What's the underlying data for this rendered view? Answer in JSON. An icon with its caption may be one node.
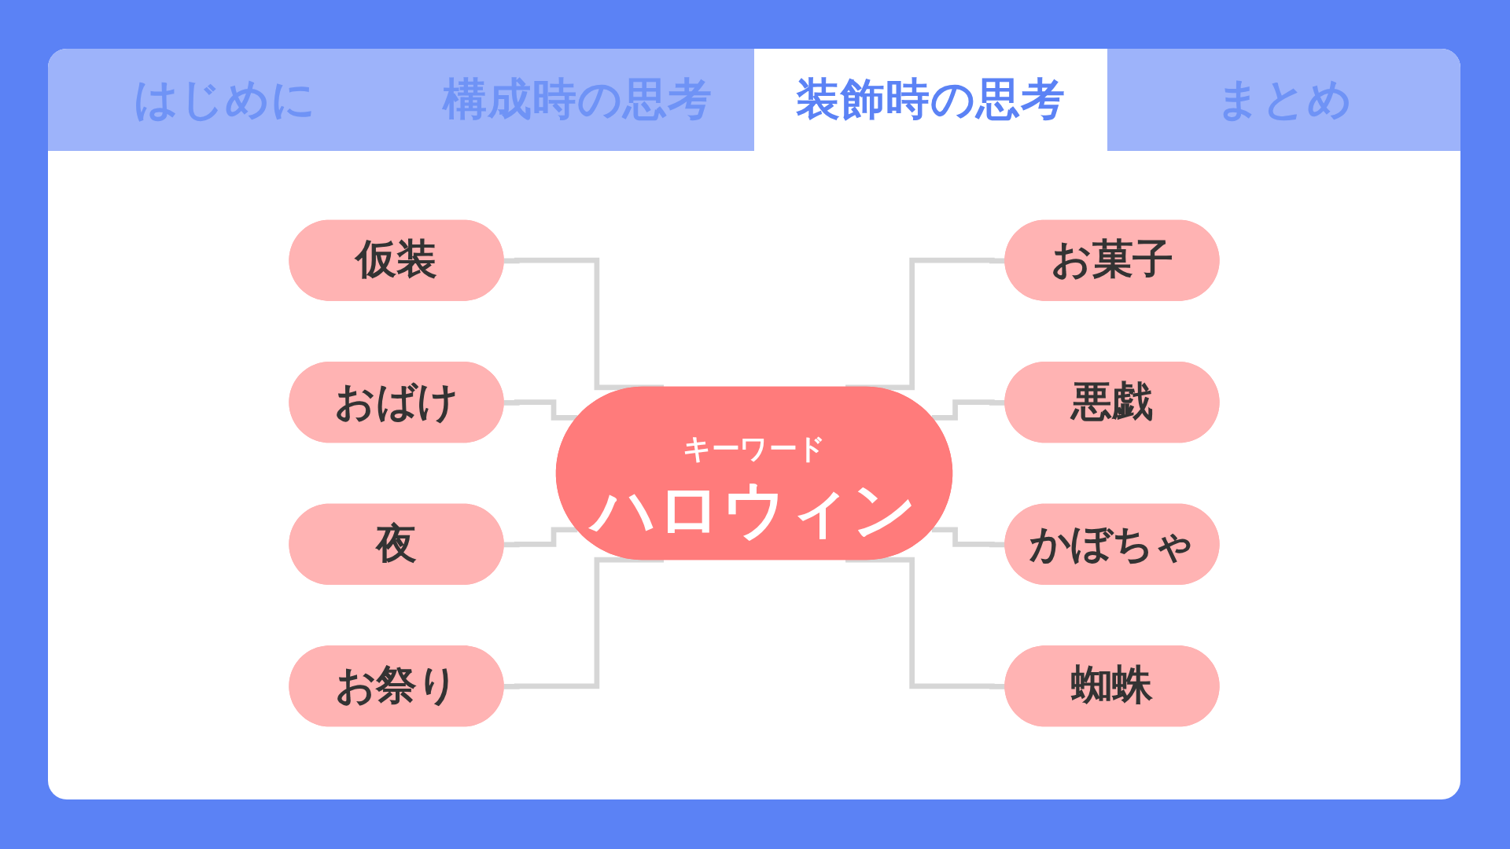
{
  "diagram": {
    "nodes": [
      {
        "text": [
          "キーワード",
          "ハロウィン"
        ]
      },
      {
        "text": [
          "仮装"
        ]
      },
      {
        "text": [
          "おばけ"
        ]
      },
      {
        "text": [
          "夜"
        ]
      },
      {
        "text": [
          "お祭り"
        ]
      },
      {
        "text": [
          "お菓子"
        ]
      },
      {
        "text": [
          "悪戯"
        ]
      },
      {
        "text": [
          "かぼちゃ"
        ]
      },
      {
        "text": [
          "蜘蛛"
        ]
      }
    ],
    "edges": [
      {
        "from": 1,
        "to": 0,
        "arrow": "none"
      },
      {
        "from": 2,
        "to": 0,
        "arrow": "none"
      },
      {
        "from": 3,
        "to": 0,
        "arrow": "none"
      },
      {
        "from": 4,
        "to": 0,
        "arrow": "none"
      },
      {
        "from": 0,
        "to": 5,
        "arrow": "none"
      },
      {
        "from": 0,
        "to": 6,
        "arrow": "none"
      },
      {
        "from": 0,
        "to": 7,
        "arrow": "none"
      },
      {
        "from": 0,
        "to": 8,
        "arrow": "none"
      }
    ],
    "labels": [
      "はじめに",
      "構成時の思考",
      "装飾時の思考",
      "まとめ"
    ]
  }
}
